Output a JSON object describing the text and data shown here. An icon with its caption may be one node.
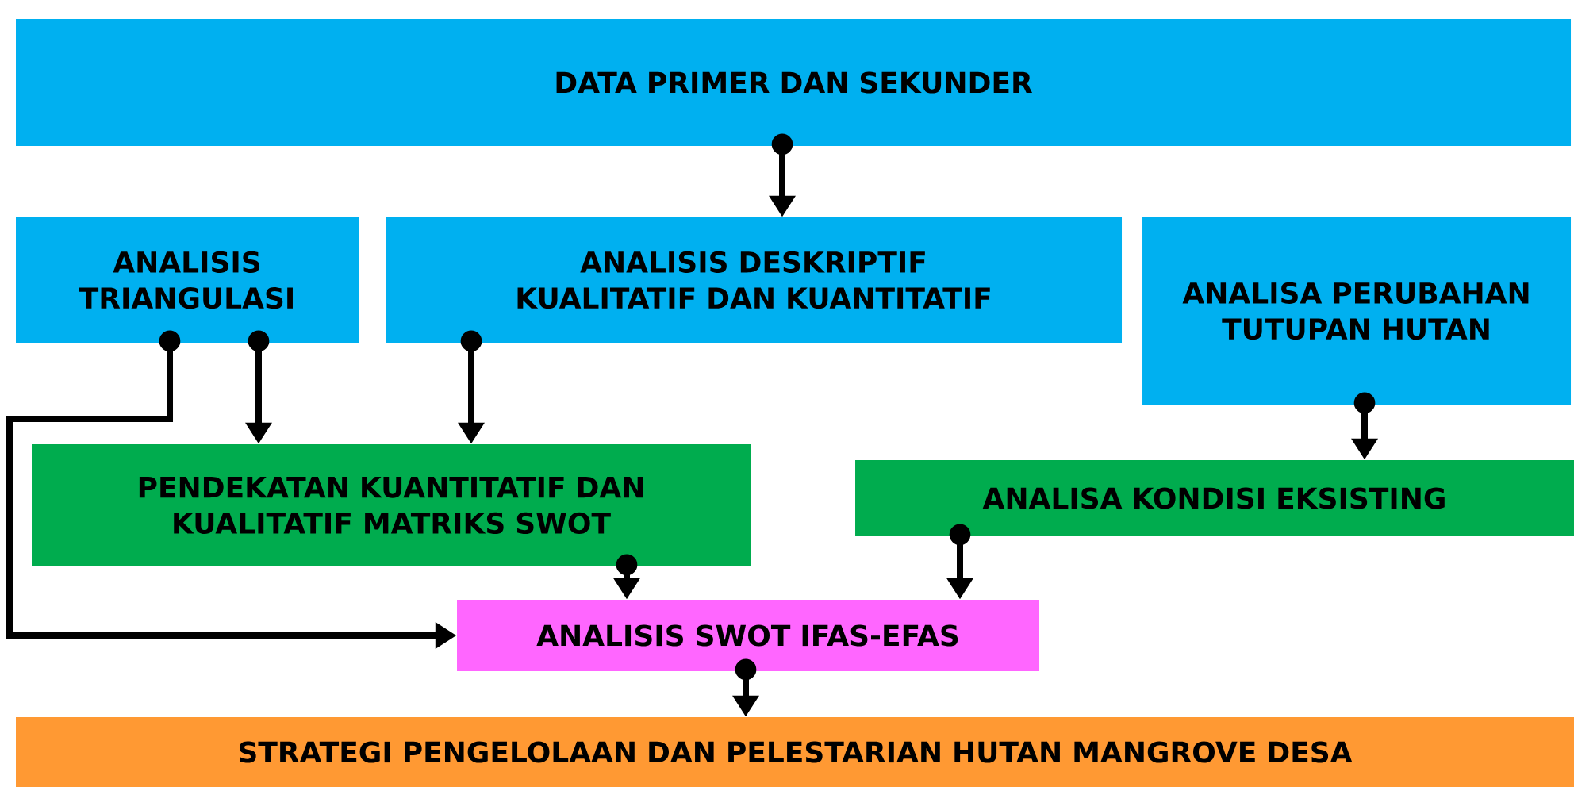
{
  "diagram": {
    "nodes": [
      {
        "text": [
          "DATA PRIMER DAN SEKUNDER"
        ]
      },
      {
        "text": [
          "ANALISIS TRIANGULASI"
        ]
      },
      {
        "text": [
          "ANALISIS DESKRIPTIF KUALITATIF DAN KUANTITATIF"
        ]
      },
      {
        "text": [
          "ANALISA PERUBAHAN TUTUPAN HUTAN"
        ]
      },
      {
        "text": [
          "PENDEKATAN  KUANTITATIF DAN KUALITATIF MATRIKS SWOT"
        ]
      },
      {
        "text": [
          "ANALISA KONDISI EKSISTING"
        ]
      },
      {
        "text": [
          "ANALISIS SWOT IFAS-EFAS"
        ]
      },
      {
        "text": [
          "STRATEGI PENGELOLAAN DAN PELESTARIAN HUTAN MANGROVE DESA"
        ]
      }
    ],
    "edges": [
      {
        "from": 0,
        "to": 2,
        "arrow": "to"
      },
      {
        "from": 1,
        "to": 4,
        "arrow": "to"
      },
      {
        "from": 1,
        "to": 6,
        "arrow": "to"
      },
      {
        "from": 2,
        "to": 4,
        "arrow": "to"
      },
      {
        "from": 3,
        "to": 5,
        "arrow": "to"
      },
      {
        "from": 4,
        "to": 6,
        "arrow": "to"
      },
      {
        "from": 5,
        "to": 6,
        "arrow": "to"
      },
      {
        "from": 6,
        "to": 7,
        "arrow": "to"
      }
    ]
  }
}
